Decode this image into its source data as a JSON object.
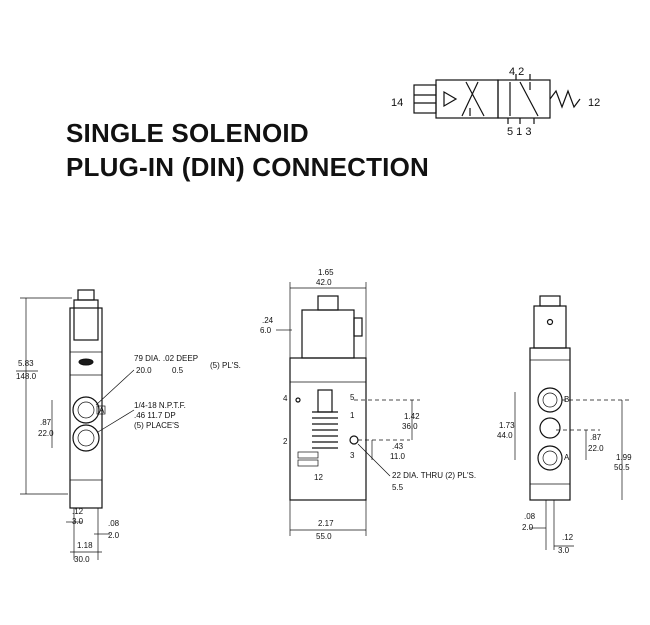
{
  "title": {
    "line1": "SINGLE SOLENOID",
    "line2": "PLUG-IN (DIN) CONNECTION"
  },
  "symbol": {
    "port_left": "14",
    "port_right": "12",
    "ports_top": "4 2",
    "ports_bottom": "5 1 3"
  },
  "front_view": {
    "height_in": "5.83",
    "height_mm": "148.0",
    "hole_callout": "79 DIA. .02 DEEP",
    "hole_callout_mm_a": "20.0",
    "hole_callout_mm_b": "0.5",
    "hole_places": "(5) PL'S.",
    "port_callout": "1/4-18 N.P.T.F.",
    "port_callout_2": ".46 11.7 DP",
    "port_places": "(5) PLACE'S",
    "port_marker": "A",
    "spacing_in": ".87",
    "spacing_mm": "22.0",
    "bottom_left_in": ".12",
    "bottom_left_mm": "3.0",
    "bottom_right_in": ".08",
    "bottom_right_mm": "2.0",
    "width_in": "1.18",
    "width_mm": "30.0"
  },
  "side_view": {
    "top_in": "1.65",
    "top_mm": "42.0",
    "offset_in": ".24",
    "offset_mm": "6.0",
    "dim1_in": "1.42",
    "dim1_mm": "36.0",
    "dim2_in": ".43",
    "dim2_mm": "11.0",
    "hole_callout": "22 DIA. THRU (2) PL'S.",
    "hole_callout_mm": "5.5",
    "width_in": "2.17",
    "width_mm": "55.0",
    "port_labels": [
      "4",
      "2",
      "1",
      "5",
      "3",
      "12"
    ]
  },
  "end_view": {
    "left_in": "1.73",
    "left_mm": "44.0",
    "mid_in": ".87",
    "mid_mm": "22.0",
    "right_in": "1.99",
    "right_mm": "50.5",
    "marker_top": "B",
    "marker_bot": "A",
    "bottom_in": ".08",
    "bottom_mm": "2.0",
    "bottom2_in": ".12",
    "bottom2_mm": "3.0"
  }
}
